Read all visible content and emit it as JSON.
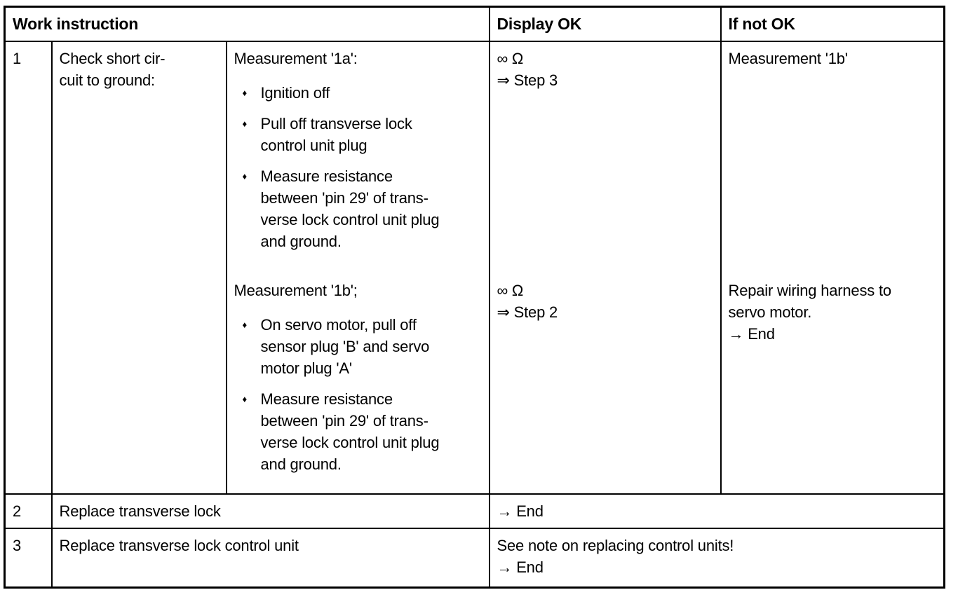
{
  "table": {
    "headers": {
      "work_instruction": "Work instruction",
      "display_ok": "Display OK",
      "if_not_ok": "If not OK"
    },
    "bullet_glyph": "♦",
    "step1": {
      "number": "1",
      "title": "Check short cir-\ncuit to ground:",
      "measurement_1a": {
        "label": "Measurement '1a':",
        "bullets": [
          "Ignition off",
          "Pull off transverse lock\ncontrol unit plug",
          "Measure resistance\nbetween 'pin 29' of trans-\nverse lock control unit plug\nand ground."
        ],
        "display_ok": "∞ Ω\n⇒ Step 3",
        "if_not_ok": "Measurement '1b'"
      },
      "measurement_1b": {
        "label": "Measurement '1b';",
        "bullets": [
          "On servo motor, pull off\nsensor plug 'B' and servo\nmotor plug 'A'",
          "Measure resistance\nbetween 'pin 29' of trans-\nverse lock control unit plug\nand ground."
        ],
        "display_ok": "∞ Ω\n⇒ Step 2",
        "if_not_ok": "Repair wiring harness to\nservo motor.\n→ End"
      }
    },
    "step2": {
      "number": "2",
      "instruction": "Replace transverse lock",
      "result": "→ End"
    },
    "step3": {
      "number": "3",
      "instruction": "Replace transverse lock control unit",
      "result": "See note on replacing control units!\n→ End"
    }
  }
}
